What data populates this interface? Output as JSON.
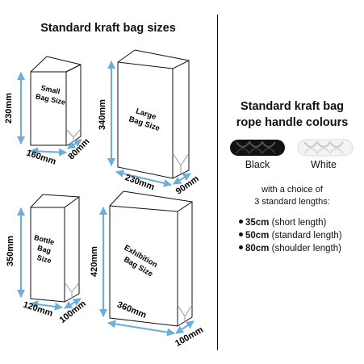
{
  "left_title": "Standard kraft bag sizes",
  "right_title_line1": "Standard kraft bag",
  "right_title_line2": "rope handle colours",
  "bags": {
    "small": {
      "name_line1": "Small",
      "name_line2": "Bag Size",
      "height": "230mm",
      "width": "160mm",
      "depth": "80mm"
    },
    "large": {
      "name_line1": "Large",
      "name_line2": "Bag Size",
      "height": "340mm",
      "width": "230mm",
      "depth": "90mm"
    },
    "bottle": {
      "name_line1": "Bottle",
      "name_line2": "Bag",
      "name_line3": "Size",
      "height": "350mm",
      "width": "120mm",
      "depth": "100mm"
    },
    "exhibition": {
      "name_line1": "Exhibition",
      "name_line2": "Bag Size",
      "height": "420mm",
      "width": "360mm",
      "depth": "100mm"
    }
  },
  "ropes": [
    {
      "label": "Black",
      "color": "#111111"
    },
    {
      "label": "White",
      "color": "#f4f4f4"
    }
  ],
  "choice_line1": "with a choice of",
  "choice_line2": "3 standard lengths:",
  "lengths": [
    {
      "value": "35cm",
      "desc": "(short length)"
    },
    {
      "value": "50cm",
      "desc": "(standard length)"
    },
    {
      "value": "80cm",
      "desc": "(shoulder length)"
    }
  ],
  "colors": {
    "arrow": "#6aaede",
    "line": "#111111"
  }
}
